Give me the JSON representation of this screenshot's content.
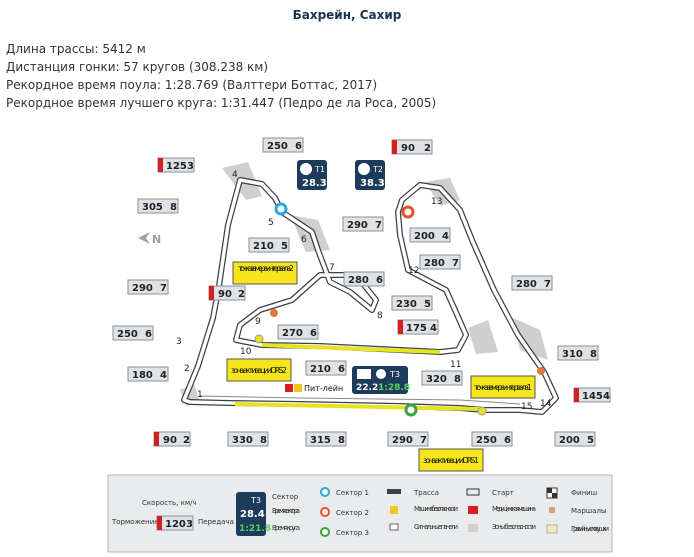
{
  "page": {
    "title": "Бахрейн, Сахир",
    "info": [
      "Длина трассы: 5412 м",
      "Дистанция гонки: 57 кругов (308.238 км)",
      "Рекордное время поула: 1:28.769 (Валттери Боттас, 2017)",
      "Рекордное время лучшего круга: 1:31.447 (Педро де ла Роса, 2005)"
    ]
  },
  "map": {
    "compass": "N",
    "corners": [
      "1",
      "2",
      "3",
      "4",
      "5",
      "6",
      "7",
      "8",
      "9",
      "10",
      "11",
      "12",
      "13",
      "14",
      "15"
    ],
    "speed_boxes": [
      "125",
      "305",
      "290",
      "250",
      "180",
      "90",
      "250",
      "210",
      "290",
      "200",
      "280",
      "230",
      "175",
      "280",
      "310",
      "145",
      "320",
      "270",
      "210",
      "90",
      "330",
      "315",
      "290",
      "250",
      "200",
      "280",
      "90"
    ],
    "speed_gears": [
      "3",
      "8",
      "7",
      "6",
      "4",
      "2",
      "6",
      "5",
      "7",
      "4",
      "7",
      "5",
      "4",
      "7",
      "8",
      "4",
      "8",
      "6",
      "6",
      "2",
      "8",
      "8",
      "7",
      "6",
      "5",
      "6",
      "2"
    ],
    "sectors": [
      {
        "label": "T1",
        "time": "28.3"
      },
      {
        "label": "T2",
        "time": "38.3"
      },
      {
        "label": "T3",
        "time": "22.2",
        "lap": "1:28.8"
      }
    ],
    "callouts": [
      "точка замера интервала 2",
      "зона активации DRS 2",
      "точка замера интервала 1",
      "зона активации DRS 1"
    ],
    "pitlane": "Пит-лейн"
  },
  "legend": {
    "speed_label": "Скорость, км/ч",
    "gear_label": "Передача",
    "braking_label": "Торможение",
    "sample_speed": "120",
    "sample_gear": "3",
    "sample_sector": "T3",
    "sample_sector_time": "28.4",
    "sample_lap_time": "1:21.8",
    "sector_label": "Сектор",
    "sector_time_label": "Время сектора",
    "lap_time_label": "Время круга",
    "sector1": "Сектор 1",
    "sector2": "Сектор 2",
    "sector3": "Сектор 3",
    "track": "Трасса",
    "safety_car": "Машина безопасности",
    "signal_panels": "Сигнальные панели",
    "start": "Старт",
    "medical_car": "Медицинская машина",
    "safety_zones": "Зоны безопасности",
    "finish": "Финиш",
    "marshals": "Маршалы",
    "gravel": "Гравийные ловушки"
  }
}
